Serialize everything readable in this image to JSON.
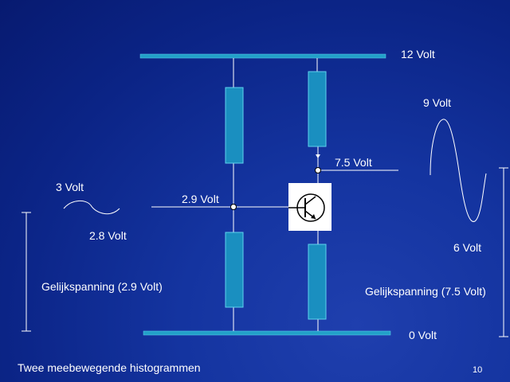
{
  "colors": {
    "rail": "#22a0c8",
    "component": "#1a8fc0",
    "component_border": "#5fd0ee",
    "wire": "#ffffff",
    "text": "#ffffff",
    "transistor_bg": "#ffffff",
    "transistor_ink": "#000000"
  },
  "labels": {
    "supply": "12 Volt",
    "ground": "0 Volt",
    "collector": "7.5 Volt",
    "base": "2.9 Volt",
    "in_peak": "3 Volt",
    "in_trough": "2.8 Volt",
    "out_peak": "9 Volt",
    "out_trough": "6 Volt",
    "dc_left": "Gelijkspanning (2.9 Volt)",
    "dc_right": "Gelijkspanning (7.5 Volt)"
  },
  "caption": "Twee meebewegende histogrammen",
  "page_number": "10",
  "icons": {
    "transistor": "npn-transistor-icon"
  }
}
